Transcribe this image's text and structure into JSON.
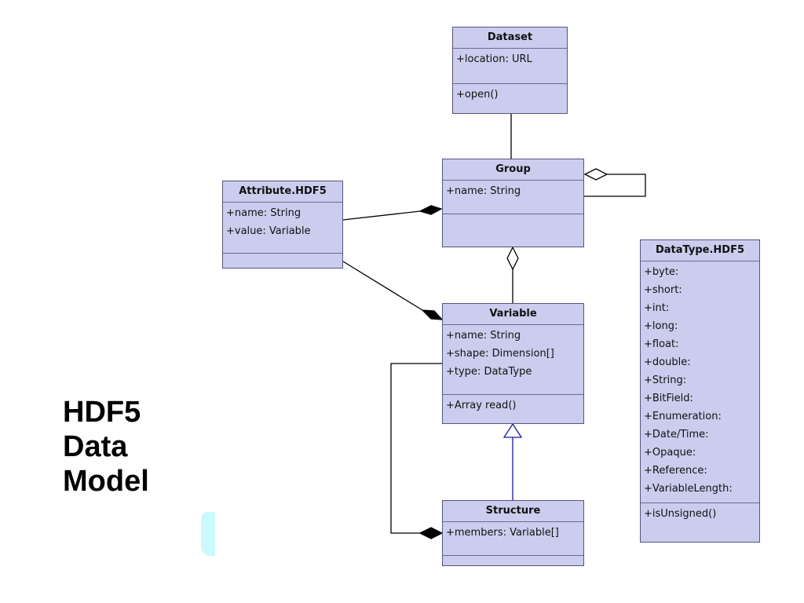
{
  "title": {
    "lines": [
      "HDF5",
      "Data",
      "Model"
    ]
  },
  "classes": {
    "dataset": {
      "name": "Dataset",
      "attributes": [
        "+location: URL"
      ],
      "operations": [
        "+open()"
      ]
    },
    "group": {
      "name": "Group",
      "attributes": [
        "+name: String"
      ],
      "operations": []
    },
    "attribute": {
      "name": "Attribute.HDF5",
      "attributes": [
        "+name: String",
        "+value: Variable"
      ],
      "operations": []
    },
    "variable": {
      "name": "Variable",
      "attributes": [
        "+name: String",
        "+shape: Dimension[]",
        "+type: DataType"
      ],
      "operations": [
        "+Array read()"
      ]
    },
    "structure": {
      "name": "Structure",
      "attributes": [
        "+members: Variable[]"
      ],
      "operations": []
    },
    "datatype": {
      "name": "DataType.HDF5",
      "attributes": [
        "+byte:",
        "+short:",
        "+int:",
        "+long:",
        "+float:",
        "+double:",
        "+String:",
        "+BitField:",
        "+Enumeration:",
        "+Date/Time:",
        "+Opaque:",
        "+Reference:",
        "+VariableLength:"
      ],
      "operations": [
        "+isUnsigned()"
      ]
    }
  },
  "relations": [
    {
      "from": "dataset",
      "to": "group",
      "type": "association"
    },
    {
      "from": "group",
      "to": "group",
      "type": "aggregation"
    },
    {
      "from": "attribute",
      "to": "group",
      "type": "composition"
    },
    {
      "from": "variable",
      "to": "group",
      "type": "aggregation"
    },
    {
      "from": "attribute",
      "to": "variable",
      "type": "composition"
    },
    {
      "from": "structure",
      "to": "variable",
      "type": "generalization"
    },
    {
      "from": "variable",
      "to": "structure",
      "type": "composition"
    }
  ],
  "colors": {
    "class_fill": "#ccccee",
    "class_border": "#55557a",
    "line": "#000000",
    "inheritance_line": "#1a1a9c",
    "decoration": "#ccf9fb"
  }
}
